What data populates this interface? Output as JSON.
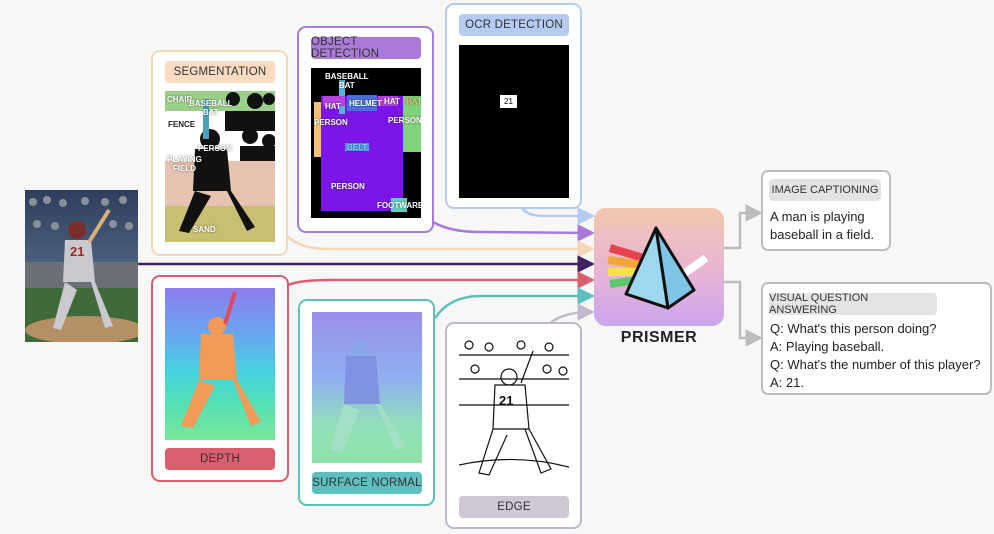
{
  "input_image": {
    "player_number": "21"
  },
  "modules": {
    "segmentation": {
      "title": "SEGMENTATION",
      "labels": {
        "chair": "CHAIR",
        "baseball_bat": "BASEBALL\nBAT",
        "fence": "FENCE",
        "person": "PERSON",
        "playing_field": "PLAYING\nFIELD",
        "sand": "SAND"
      }
    },
    "object_detection": {
      "title": "OBJECT DETECTION",
      "labels": {
        "baseball_bat": "BASEBALL\nBAT",
        "hat_left": "HAT",
        "helmet": "HELMET",
        "hat_center": "HAT",
        "hat_right": "HAT",
        "person_left": "PERSON",
        "person_right": "PERSON",
        "belt": "BELT",
        "person_center": "PERSON",
        "footware": "FOOTWARE"
      }
    },
    "ocr_detection": {
      "title": "OCR DETECTION",
      "detected_text": "21"
    },
    "depth": {
      "title": "DEPTH"
    },
    "surface_normal": {
      "title": "SURFACE NORMAL"
    },
    "edge": {
      "title": "EDGE",
      "player_number": "21"
    }
  },
  "model": {
    "name": "PRISMER"
  },
  "outputs": {
    "image_captioning": {
      "title": "IMAGE CAPTIONING",
      "lines": [
        "A man is playing",
        "baseball in a field."
      ]
    },
    "vqa": {
      "title": "VISUAL QUESTION ANSWERING",
      "lines": [
        "Q: What's this person doing?",
        "A: Playing baseball.",
        "Q: What's the number of this player?",
        "A: 21."
      ]
    }
  },
  "colors": {
    "segmentation": "#f5d6b6",
    "object_detection": "#a97ad8",
    "ocr_detection": "#b5cbf1",
    "depth": "#d95f6e",
    "surface_normal": "#5ebfbe",
    "edge": "#c2b8cc",
    "output_border": "#bdbdbd",
    "input_arrow": "#3f2060"
  }
}
